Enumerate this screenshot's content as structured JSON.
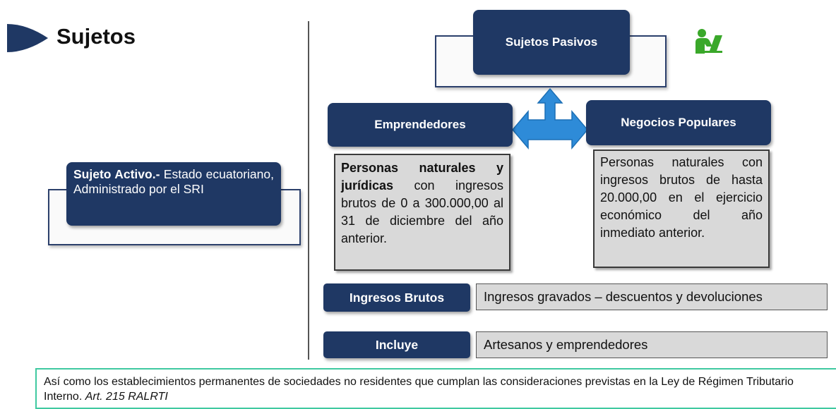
{
  "title": "Sujetos",
  "sujeto_activo": {
    "label": "Sujeto Activo.-",
    "text": "Estado ecuatoriano, Administrado por el SRI"
  },
  "sujetos_pasivos": "Sujetos Pasivos",
  "emprendedores": {
    "title": "Emprendedores",
    "bold": "Personas naturales y jurídicas",
    "text": "con ingresos brutos de 0 a 300.000,00 al 31 de diciembre del año anterior."
  },
  "negocios_populares": {
    "title": "Negocios Populares",
    "text": "Personas naturales con ingresos brutos de hasta 20.000,00 en el ejercicio económico del año inmediato anterior."
  },
  "ingresos_brutos": {
    "label": "Ingresos Brutos",
    "value": "Ingresos gravados – descuentos y devoluciones"
  },
  "incluye": {
    "label": "Incluye",
    "value": "Artesanos y emprendedores"
  },
  "footer": {
    "text": "Así como los establecimientos permanentes de sociedades no residentes que cumplan las consideraciones previstas en la Ley de Régimen Tributario Interno.",
    "ref": "Art. 215 RALRTI"
  },
  "colors": {
    "navy": "#1f3864",
    "arrow": "#2e8bd8",
    "icon": "#3aa82a",
    "footer_border": "#3fc9a0"
  },
  "icons": [
    "play-arrow-icon",
    "person-laptop-icon",
    "four-way-arrow-icon"
  ]
}
